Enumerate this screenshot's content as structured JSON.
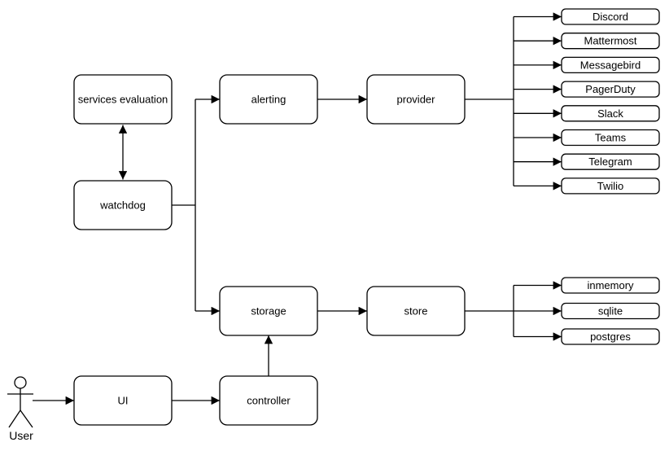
{
  "diagram": {
    "nodes": {
      "services_evaluation": "services evaluation",
      "watchdog": "watchdog",
      "alerting": "alerting",
      "provider": "provider",
      "storage": "storage",
      "store": "store",
      "ui": "UI",
      "controller": "controller"
    },
    "actor": {
      "label": "User"
    },
    "providers": [
      "Discord",
      "Mattermost",
      "Messagebird",
      "PagerDuty",
      "Slack",
      "Teams",
      "Telegram",
      "Twilio"
    ],
    "stores": [
      "inmemory",
      "sqlite",
      "postgres"
    ],
    "colors": {
      "stroke": "#000000",
      "fill": "#ffffff",
      "text": "#000000",
      "background": "#ffffff"
    }
  }
}
